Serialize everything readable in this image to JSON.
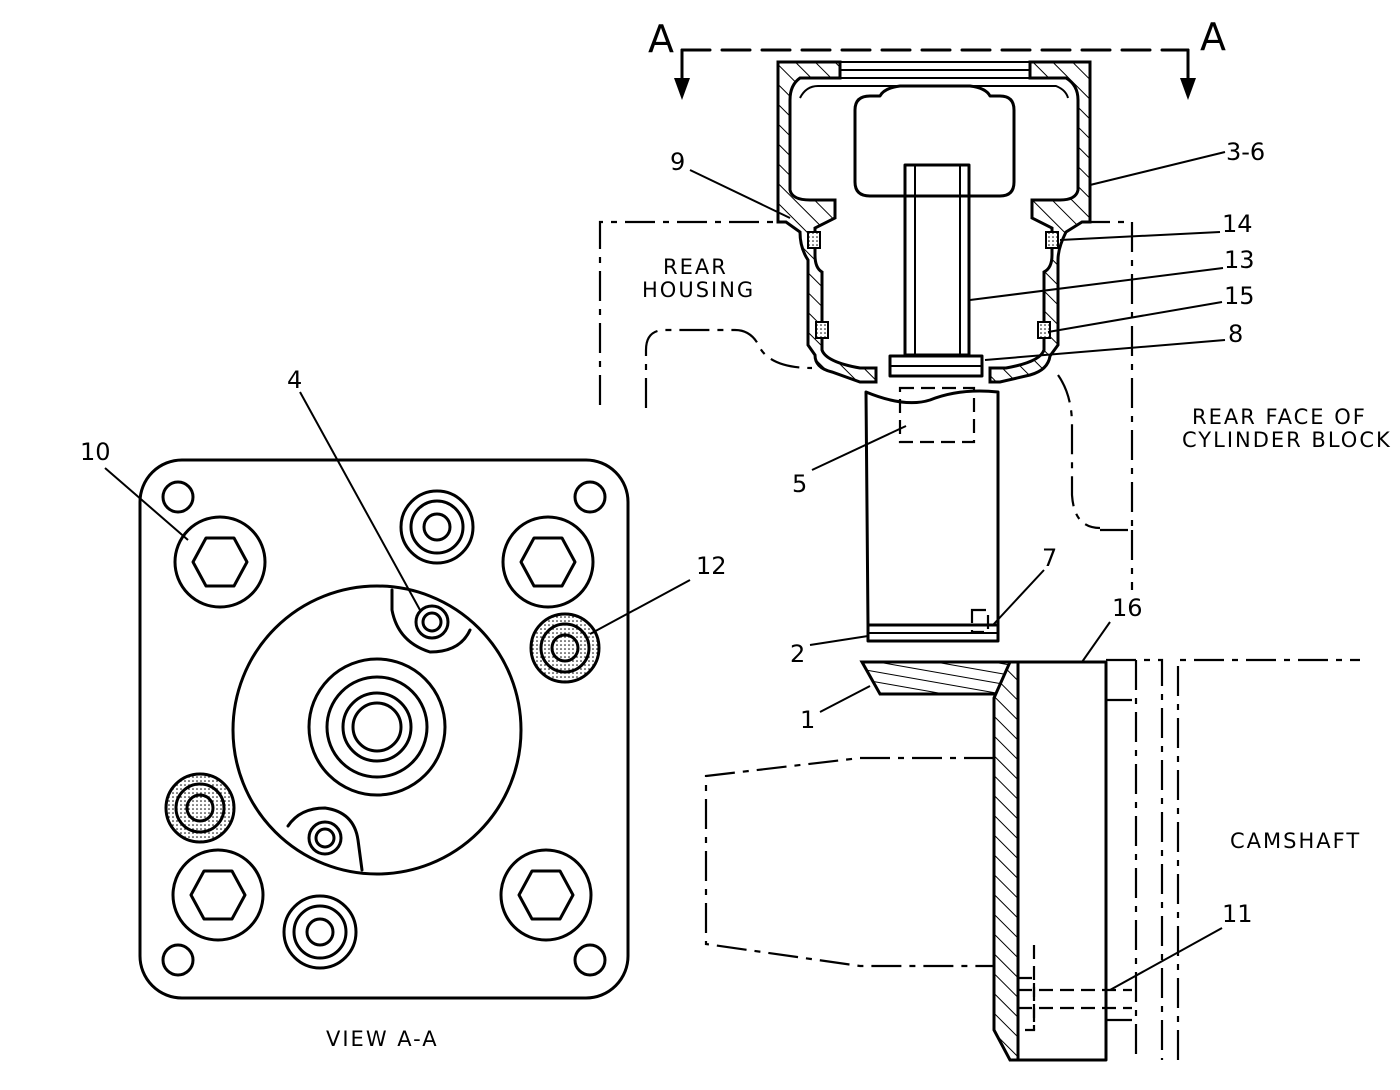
{
  "section_marker": {
    "left": "A",
    "right": "A"
  },
  "labels": {
    "rear_housing_line1": "REAR",
    "rear_housing_line2": "HOUSING",
    "rear_face_line1": "REAR FACE OF",
    "rear_face_line2": "CYLINDER BLOCK",
    "camshaft": "CAMSHAFT",
    "view": "VIEW A-A"
  },
  "callouts": {
    "c1": "1",
    "c2": "2",
    "c3_6": "3-6",
    "c4": "4",
    "c5": "5",
    "c7": "7",
    "c8": "8",
    "c9": "9",
    "c10": "10",
    "c11": "11",
    "c12": "12",
    "c13": "13",
    "c14": "14",
    "c15": "15",
    "c16": "16"
  }
}
